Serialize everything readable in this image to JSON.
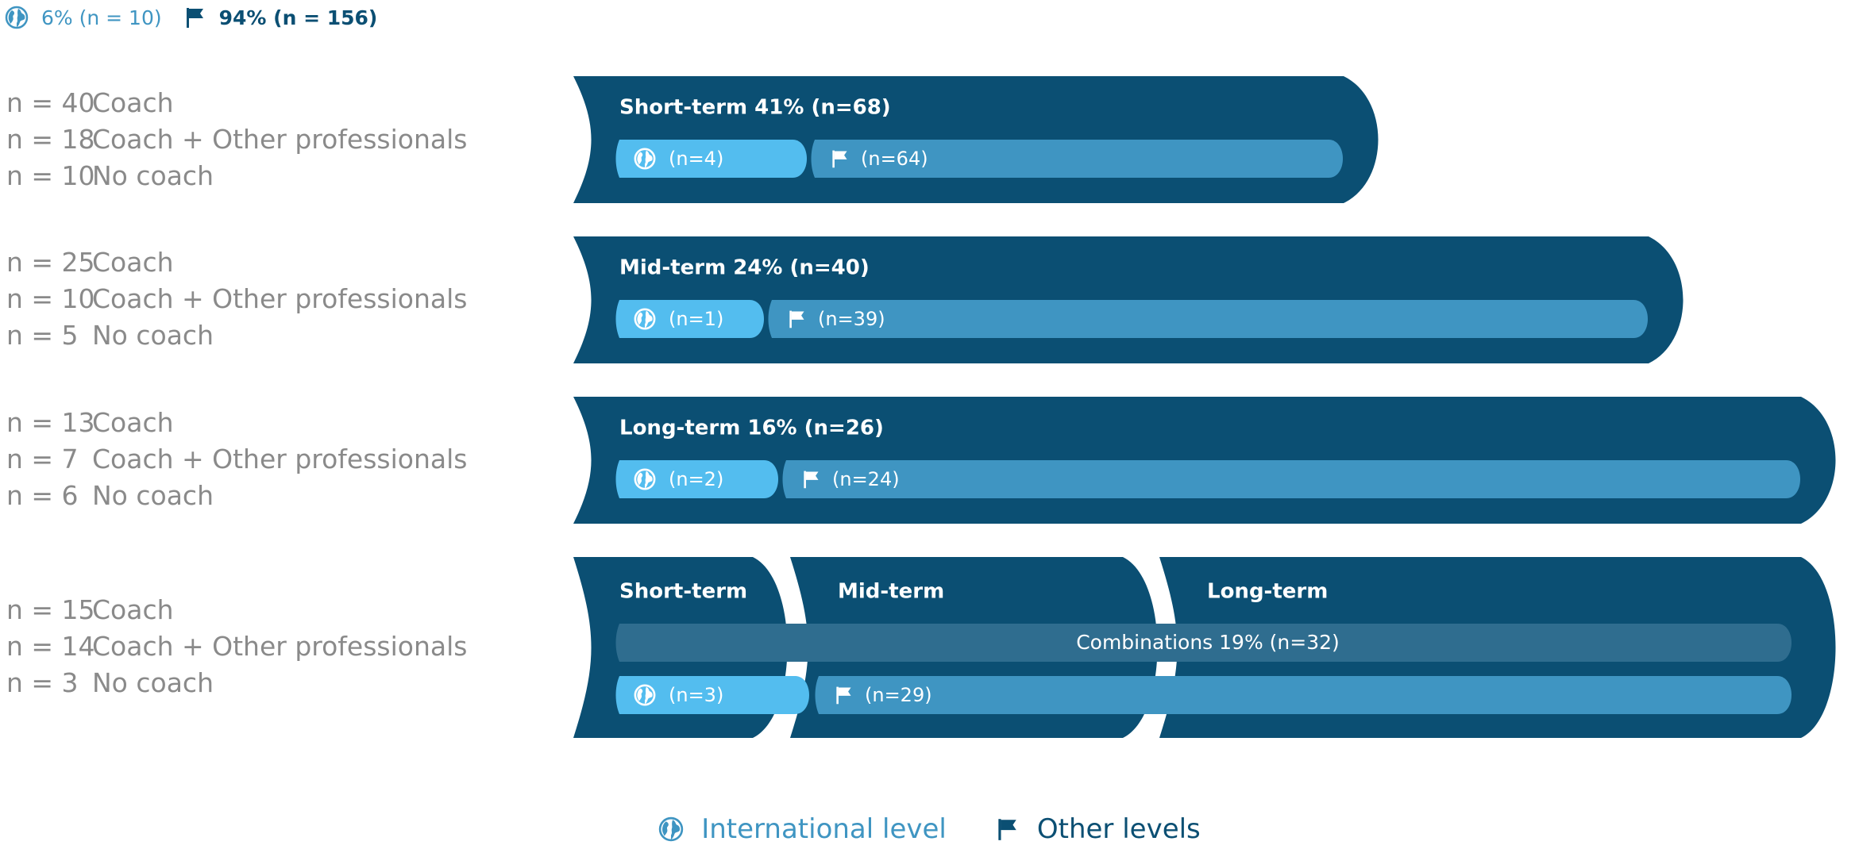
{
  "top_legend": {
    "international": "6% (n = 10)",
    "other": "94% (n = 156)"
  },
  "groups": [
    {
      "rows": [
        {
          "n": "n = 40",
          "label": "Coach"
        },
        {
          "n": "n = 18",
          "label": "Coach + Other professionals"
        },
        {
          "n": "n = 10",
          "label": "No coach"
        }
      ]
    },
    {
      "rows": [
        {
          "n": "n = 25",
          "label": "Coach"
        },
        {
          "n": "n = 10",
          "label": "Coach + Other professionals"
        },
        {
          "n": "n = 5",
          "label": "No coach"
        }
      ]
    },
    {
      "rows": [
        {
          "n": "n = 13",
          "label": "Coach"
        },
        {
          "n": "n = 7",
          "label": "Coach + Other professionals"
        },
        {
          "n": "n = 6",
          "label": "No coach"
        }
      ]
    },
    {
      "rows": [
        {
          "n": "n = 15",
          "label": "Coach"
        },
        {
          "n": "n = 14",
          "label": "Coach + Other professionals"
        },
        {
          "n": "n = 3",
          "label": "No coach"
        }
      ]
    }
  ],
  "chart_data": {
    "type": "bar",
    "bars": [
      {
        "title": "Short-term 41% (n=68)",
        "total": 68,
        "percent": 41,
        "international": 4,
        "international_label": "(n=4)",
        "other": 64,
        "other_label": "(n=64)"
      },
      {
        "title": "Mid-term 24% (n=40)",
        "total": 40,
        "percent": 24,
        "international": 1,
        "international_label": "(n=1)",
        "other": 39,
        "other_label": "(n=39)"
      },
      {
        "title": "Long-term 16% (n=26)",
        "total": 26,
        "percent": 16,
        "international": 2,
        "international_label": "(n=2)",
        "other": 24,
        "other_label": "(n=24)"
      }
    ],
    "combination": {
      "segment_titles": [
        "Short-term",
        "Mid-term",
        "Long-term"
      ],
      "title": "Combinations 19% (n=32)",
      "total": 32,
      "percent": 19,
      "international": 3,
      "international_label": "(n=3)",
      "other": 29,
      "other_label": "(n=29)"
    },
    "colors": {
      "outer": "#0b4f73",
      "combination_band": "#2f6d8f",
      "international": "#53bdef",
      "other": "#3f95c2",
      "white": "#ffffff",
      "label_gray": "#8a8a8a"
    }
  },
  "bottom_legend": {
    "international": "International level",
    "other": "Other levels"
  }
}
